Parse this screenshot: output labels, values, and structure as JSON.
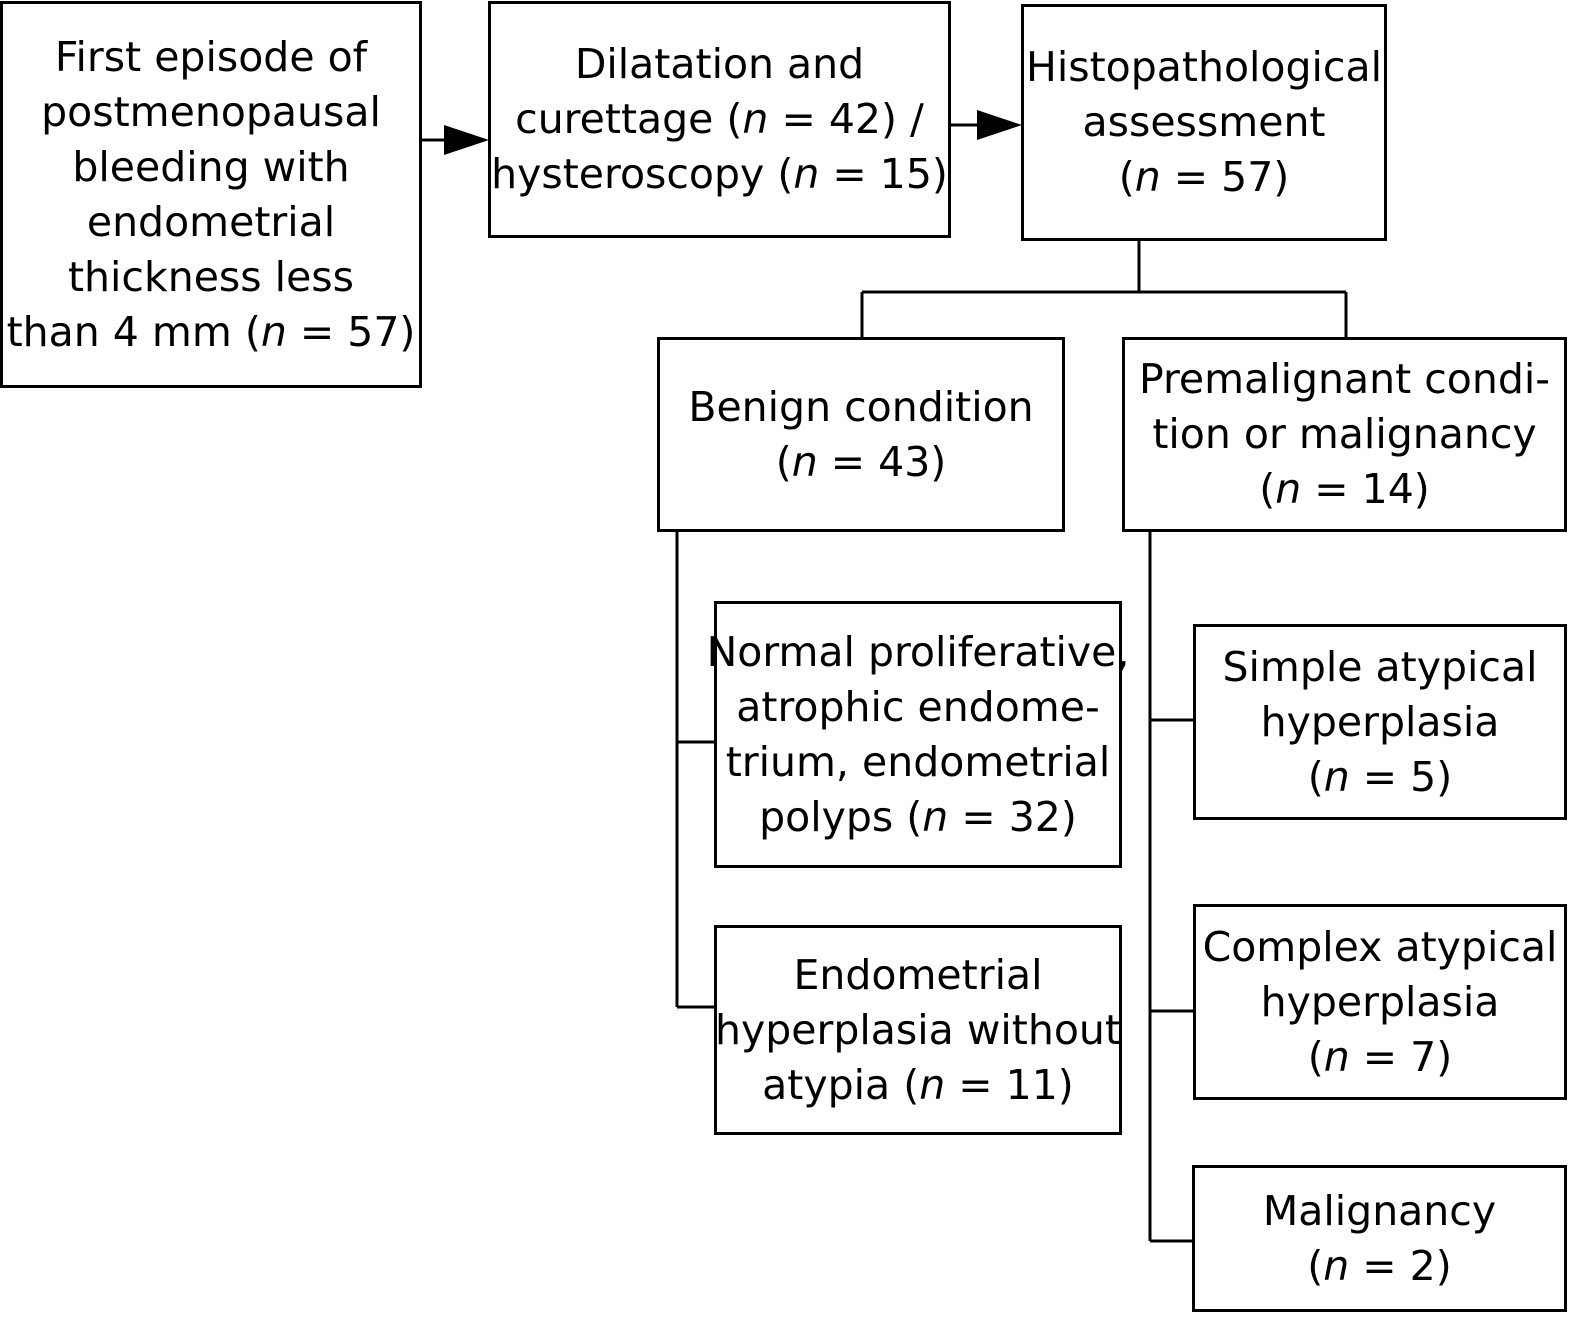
{
  "nodes": {
    "start": {
      "lines": [
        "First episode of",
        "postmenopausal",
        "bleeding with",
        "endometrial",
        "thickness less"
      ],
      "last_prefix": "than 4 mm (",
      "n_symbol": "n",
      "count": " = 57)"
    },
    "procedure": {
      "line1": "Dilatation and",
      "line2_prefix": "curettage (",
      "n_symbol_a": "n",
      "line2_count": " = 42) /",
      "line3_prefix": "hysteroscopy (",
      "n_symbol_b": "n",
      "line3_count": " = 15)"
    },
    "histo": {
      "lines": [
        "Histopathological",
        "assessment"
      ],
      "last_prefix": "(",
      "n_symbol": "n",
      "count": " = 57)"
    },
    "benign": {
      "lines": [
        "Benign condition"
      ],
      "last_prefix": "(",
      "n_symbol": "n",
      "count": " = 43)"
    },
    "premalignant": {
      "lines": [
        "Premalignant condi-",
        "tion or malignancy"
      ],
      "last_prefix": "(",
      "n_symbol": "n",
      "count": " = 14)"
    },
    "normal": {
      "lines": [
        "Normal proliferative,",
        "atrophic endome-",
        "trium, endometrial"
      ],
      "last_prefix": "polyps (",
      "n_symbol": "n",
      "count": " = 32)"
    },
    "hyperplasia": {
      "lines": [
        "Endometrial",
        "hyperplasia without"
      ],
      "last_prefix": "atypia (",
      "n_symbol": "n",
      "count": " = 11)"
    },
    "simple": {
      "lines": [
        "Simple atypical",
        "hyperplasia"
      ],
      "last_prefix": "(",
      "n_symbol": "n",
      "count": " = 5)"
    },
    "complex": {
      "lines": [
        "Complex atypical",
        "hyperplasia"
      ],
      "last_prefix": "(",
      "n_symbol": "n",
      "count": " = 7)"
    },
    "malignancy": {
      "lines": [
        "Malignancy"
      ],
      "last_prefix": "(",
      "n_symbol": "n",
      "count": " = 2)"
    }
  },
  "edges": [
    {
      "from": "start",
      "to": "procedure",
      "style": "arrow"
    },
    {
      "from": "procedure",
      "to": "histo",
      "style": "arrow"
    },
    {
      "from": "histo",
      "to": "benign",
      "style": "line"
    },
    {
      "from": "histo",
      "to": "premalignant",
      "style": "line"
    },
    {
      "from": "benign",
      "to": "normal",
      "style": "line"
    },
    {
      "from": "benign",
      "to": "hyperplasia",
      "style": "line"
    },
    {
      "from": "premalignant",
      "to": "simple",
      "style": "line"
    },
    {
      "from": "premalignant",
      "to": "complex",
      "style": "line"
    },
    {
      "from": "premalignant",
      "to": "malignancy",
      "style": "line"
    }
  ],
  "colors": {
    "stroke": "#000000",
    "fill": "#ffffff",
    "text": "#000000"
  }
}
